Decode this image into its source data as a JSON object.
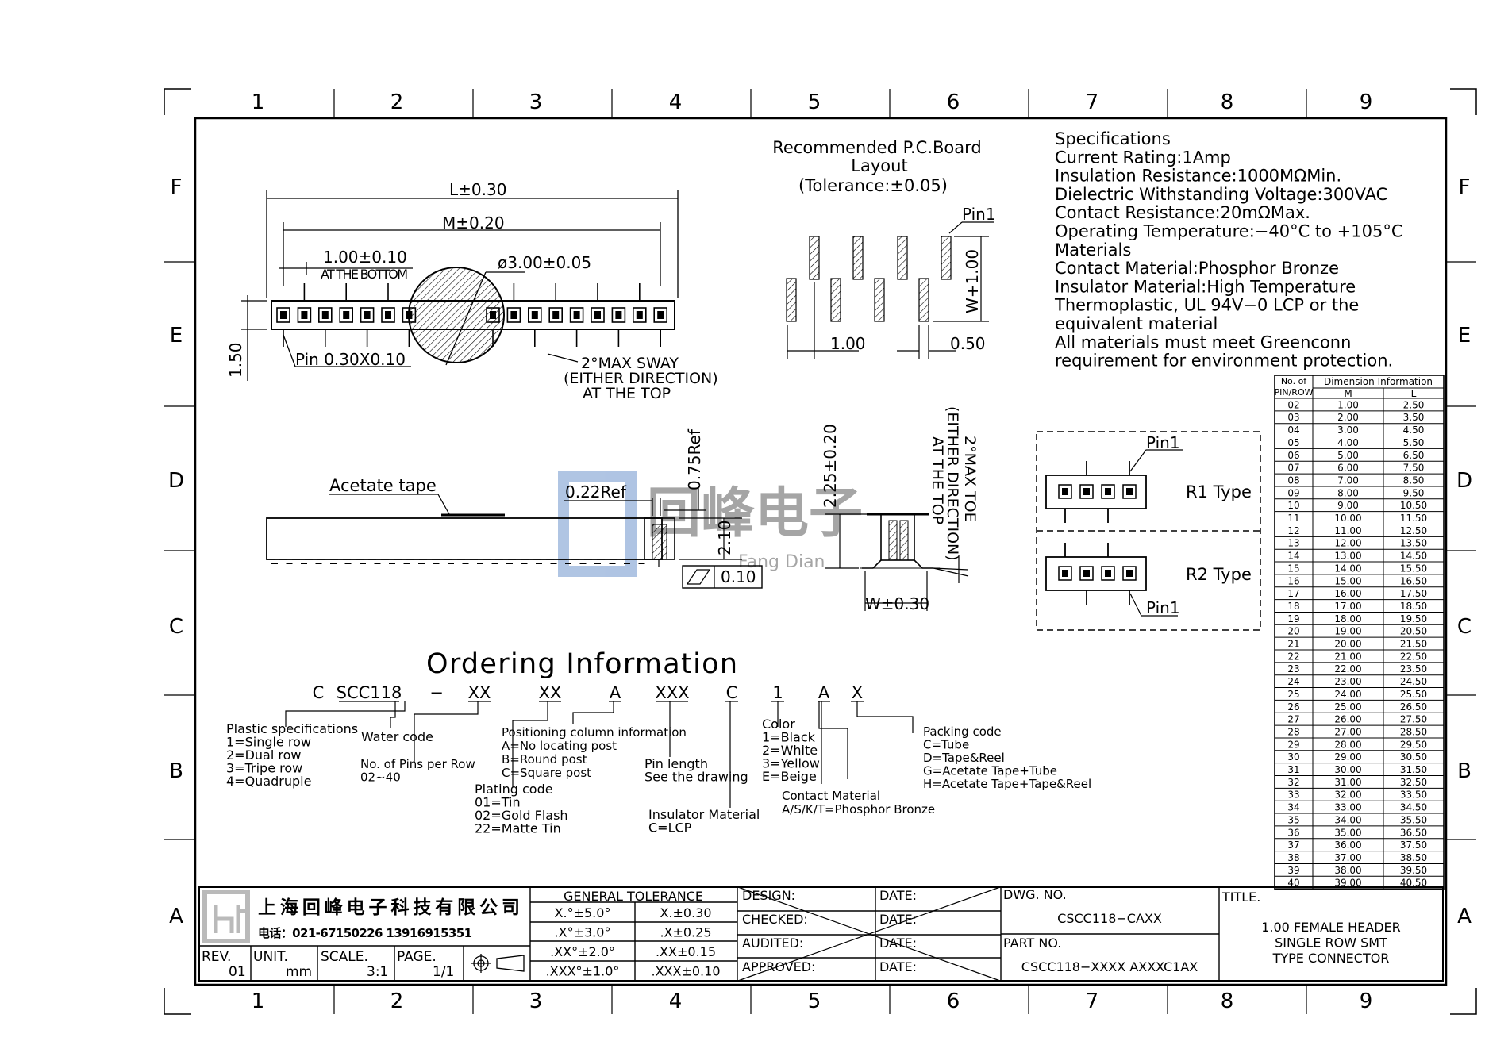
{
  "frame": {
    "columns": [
      "1",
      "2",
      "3",
      "4",
      "5",
      "6",
      "7",
      "8",
      "9"
    ],
    "rows": [
      "F",
      "E",
      "D",
      "C",
      "B",
      "A"
    ]
  },
  "top_view": {
    "dim_L": "L±0.30",
    "dim_M": "M±0.20",
    "dim_pitch": "1.00±0.10",
    "pitch_note": "AT THE BOTTOM",
    "dim_pickup": "ø3.00±0.05",
    "dim_height": "1.50",
    "pin_size": "Pin 0.30X0.10",
    "sway_line1": "2°MAX SWAY",
    "sway_line2": "(EITHER DIRECTION)",
    "sway_line3": "AT THE TOP"
  },
  "pcb_layout": {
    "title_line1": "Recommended P.C.Board",
    "title_line2": "Layout",
    "title_line3": "(Tolerance:±0.05)",
    "pin1": "Pin1",
    "dim_pitch": "1.00",
    "dim_pad": "0.50",
    "dim_w": "W+1.00"
  },
  "specifications": {
    "lines": [
      "Specifications",
      "Current Rating:1Amp",
      "Insulation Resistance:1000MΩMin.",
      "Dielectric Withstanding Voltage:300VAC",
      "Contact Resistance:20mΩMax.",
      "Operating Temperature:−40°C to +105°C",
      "Materials",
      "Contact Material:Phosphor Bronze",
      "Insulator Material:High Temperature",
      "Thermoplastic, UL 94V−0 LCP or the",
      "equivalent material",
      "All materials must meet Greenconn",
      "requirement for environment protection."
    ]
  },
  "side_view": {
    "acetate": "Acetate tape",
    "dim_022": "0.22Ref",
    "dim_075": "0.75Ref",
    "dim_210": "2.10",
    "flatness": "0.10",
    "dim_225": "2.25±0.20",
    "dim_w": "W±0.30",
    "toe_line1": "2°MAX TOE",
    "toe_line2": "(EITHER DIRECTION)",
    "toe_line3": "AT THE TOP"
  },
  "types": {
    "pin1_top": "Pin1",
    "r1": "R1 Type",
    "r2": "R2 Type",
    "pin1_bottom": "Pin1"
  },
  "ordering": {
    "title": "Ordering Information",
    "code_parts": [
      "C",
      "SCC118",
      "−",
      "XX",
      "XX",
      "A",
      "XXX",
      "C",
      "1",
      "A",
      "X"
    ],
    "plastic": [
      "Plastic specifications",
      "1=Single row",
      "2=Dual row",
      "3=Tripe row",
      "4=Quadruple"
    ],
    "water": "Water code",
    "pins": [
      "No. of Pins per Row",
      "02~40"
    ],
    "plating": [
      "Plating code",
      "01=Tin",
      "02=Gold Flash",
      "22=Matte Tin"
    ],
    "position": [
      "Positioning column information",
      "A=No locating post",
      "B=Round post",
      "C=Square post"
    ],
    "pin_length": [
      "Pin length",
      "See the drawing"
    ],
    "insulator": [
      "Insulator Material",
      "C=LCP"
    ],
    "color": [
      "Color",
      "1=Black",
      "2=White",
      "3=Yellow",
      "E=Beige"
    ],
    "contact": [
      "Contact Material",
      "A/S/K/T=Phosphor Bronze"
    ],
    "packing": [
      "Packing code",
      "C=Tube",
      "D=Tape&Reel",
      "G=Acetate Tape+Tube",
      "H=Acetate Tape+Tape&Reel"
    ]
  },
  "dimension_table": {
    "head_no": [
      "No. of",
      "PIN/ROW"
    ],
    "head_info": "Dimension Information",
    "col_m": "M",
    "col_l": "L",
    "rows": [
      [
        "02",
        "1.00",
        "2.50"
      ],
      [
        "03",
        "2.00",
        "3.50"
      ],
      [
        "04",
        "3.00",
        "4.50"
      ],
      [
        "05",
        "4.00",
        "5.50"
      ],
      [
        "06",
        "5.00",
        "6.50"
      ],
      [
        "07",
        "6.00",
        "7.50"
      ],
      [
        "08",
        "7.00",
        "8.50"
      ],
      [
        "09",
        "8.00",
        "9.50"
      ],
      [
        "10",
        "9.00",
        "10.50"
      ],
      [
        "11",
        "10.00",
        "11.50"
      ],
      [
        "12",
        "11.00",
        "12.50"
      ],
      [
        "13",
        "12.00",
        "13.50"
      ],
      [
        "14",
        "13.00",
        "14.50"
      ],
      [
        "15",
        "14.00",
        "15.50"
      ],
      [
        "16",
        "15.00",
        "16.50"
      ],
      [
        "17",
        "16.00",
        "17.50"
      ],
      [
        "18",
        "17.00",
        "18.50"
      ],
      [
        "19",
        "18.00",
        "19.50"
      ],
      [
        "20",
        "19.00",
        "20.50"
      ],
      [
        "21",
        "20.00",
        "21.50"
      ],
      [
        "22",
        "21.00",
        "22.50"
      ],
      [
        "23",
        "22.00",
        "23.50"
      ],
      [
        "24",
        "23.00",
        "24.50"
      ],
      [
        "25",
        "24.00",
        "25.50"
      ],
      [
        "26",
        "25.00",
        "26.50"
      ],
      [
        "27",
        "26.00",
        "27.50"
      ],
      [
        "28",
        "27.00",
        "28.50"
      ],
      [
        "29",
        "28.00",
        "29.50"
      ],
      [
        "30",
        "29.00",
        "30.50"
      ],
      [
        "31",
        "30.00",
        "31.50"
      ],
      [
        "32",
        "31.00",
        "32.50"
      ],
      [
        "33",
        "32.00",
        "33.50"
      ],
      [
        "34",
        "33.00",
        "34.50"
      ],
      [
        "35",
        "34.00",
        "35.50"
      ],
      [
        "36",
        "35.00",
        "36.50"
      ],
      [
        "37",
        "36.00",
        "37.50"
      ],
      [
        "38",
        "37.00",
        "38.50"
      ],
      [
        "39",
        "38.00",
        "39.50"
      ],
      [
        "40",
        "39.00",
        "40.50"
      ]
    ]
  },
  "title_block": {
    "company": "上海回峰电子科技有限公司",
    "phone": "电话：021-67150226  13916915351",
    "rev_label": "REV.",
    "rev": "01",
    "unit_label": "UNIT.",
    "unit": "mm",
    "scale_label": "SCALE.",
    "scale": "3:1",
    "page_label": "PAGE.",
    "page": "1/1",
    "tol_title": "GENERAL TOLERANCE",
    "tol_rows": [
      [
        "X.°±5.0°",
        "X.±0.30"
      ],
      [
        ".X°±3.0°",
        ".X±0.25"
      ],
      [
        ".XX°±2.0°",
        ".XX±0.15"
      ],
      [
        ".XXX°±1.0°",
        ".XXX±0.10"
      ]
    ],
    "sign_rows": [
      "DESIGN:",
      "CHECKED:",
      "AUDITED:",
      "APPROVED:"
    ],
    "date_label": "DATE:",
    "dwg_label": "DWG. NO.",
    "dwg_no": "CSCC118−CAXX",
    "part_label": "PART NO.",
    "part_no": "CSCC118−XXXX AXXXC1AX",
    "title_label": "TITLE.",
    "title_lines": [
      "1.00 FEMALE HEADER",
      "SINGLE ROW SMT",
      "TYPE CONNECTOR"
    ]
  },
  "watermark": {
    "text": "回峰电子",
    "sub": "Fang Dian"
  }
}
